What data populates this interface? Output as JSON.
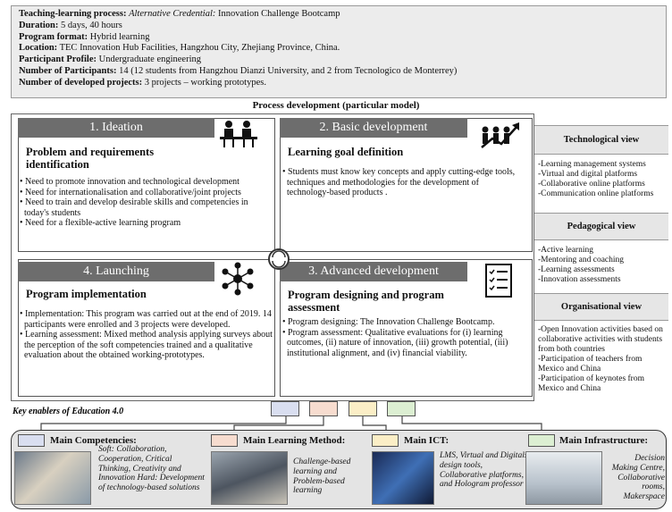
{
  "info": {
    "process_label": "Teaching-learning process:",
    "process_italic": "Alternative Credential:",
    "process_value": "Innovation Challenge Bootcamp",
    "duration_label": "Duration:",
    "duration_value": "5 days, 40 hours",
    "format_label": "Program format:",
    "format_value": "Hybrid learning",
    "location_label": "Location:",
    "location_value": "TEC Innovation Hub Facilities, Hangzhou City, Zhejiang Province, China.",
    "profile_label": "Participant Profile:",
    "profile_value": "Undergraduate engineering",
    "participants_label": "Number of Participants:",
    "participants_value": "14 (12 students from Hangzhou Dianzi University, and 2 from Tecnologico de Monterrey)",
    "projects_label": "Number of developed projects:",
    "projects_value": "3 projects – working prototypes."
  },
  "process_title": "Process development (particular model)",
  "quadrants": {
    "ideation": {
      "head": "1. Ideation",
      "sub": "Problem and requirements identification",
      "items": [
        "Need to promote innovation and technological development",
        "Need for internationalisation and collaborative/joint projects",
        "Need to train and develop desirable skills and competencies in today's students",
        "Need for a flexible-active learning program"
      ]
    },
    "basic": {
      "head": "2. Basic development",
      "sub": "Learning goal definition",
      "items": [
        "Students must know key concepts and apply cutting-edge tools, techniques and methodologies for the development of technology-based products ."
      ]
    },
    "launching": {
      "head": "4. Launching",
      "sub": "Program implementation",
      "items": [
        "Implementation: This program was carried out at the end of 2019. 14 participants were enrolled and 3 projects were developed.",
        "Learning assessment: Mixed method analysis applying surveys about the perception of the soft competencies trained and a qualitative evaluation about the obtained working-prototypes."
      ]
    },
    "advanced": {
      "head": "3. Advanced development",
      "sub": "Program designing and program assessment",
      "items": [
        "Program designing: The Innovation Challenge Bootcamp.",
        "Program assessment: Qualitative evaluations for (i) learning outcomes, (ii) nature of innovation, (iii) growth potential, (iii) institutional alignment, and (iv) financial viability."
      ]
    }
  },
  "views": {
    "tech_head": "Technological view",
    "tech_items": [
      "-Learning management systems",
      "-Virtual and digital platforms",
      "-Collaborative online platforms",
      "-Communication online platforms"
    ],
    "ped_head": "Pedagogical view",
    "ped_items": [
      "-Active learning",
      "-Mentoring and coaching",
      "-Learning assessments",
      "-Innovation assessments"
    ],
    "org_head": "Organisational view",
    "org_items": [
      "-Open Innovation activities based on collaborative activities with students from both countries",
      "-Participation of teachers from Mexico and China",
      "-Participation of keynotes from Mexico and China"
    ]
  },
  "key_title": "Key enablers of Education 4.0",
  "enablers": {
    "comp_title": "Main Competencies:",
    "comp_text": "Soft: Collaboration, Cooperation, Critical Thinking, Creativity and Innovation Hard: Development of technology-based solutions",
    "method_title": "Main Learning Method:",
    "method_text": "Challenge-based learning and Problem-based learning",
    "ict_title": "Main ICT:",
    "ict_text": "LMS, Virtual and Digitals design tools, Collaborative platforms, and Hologram professor",
    "infra_title": "Main Infrastructure:",
    "infra_text": "Decision Making Centre, Collaborative rooms, Makerspace"
  },
  "colors": {
    "blue": "#d9def0",
    "salmon": "#f7dccf",
    "yellow": "#fbeec6",
    "green": "#dcefd2",
    "header_grey": "#6d6d6d"
  }
}
